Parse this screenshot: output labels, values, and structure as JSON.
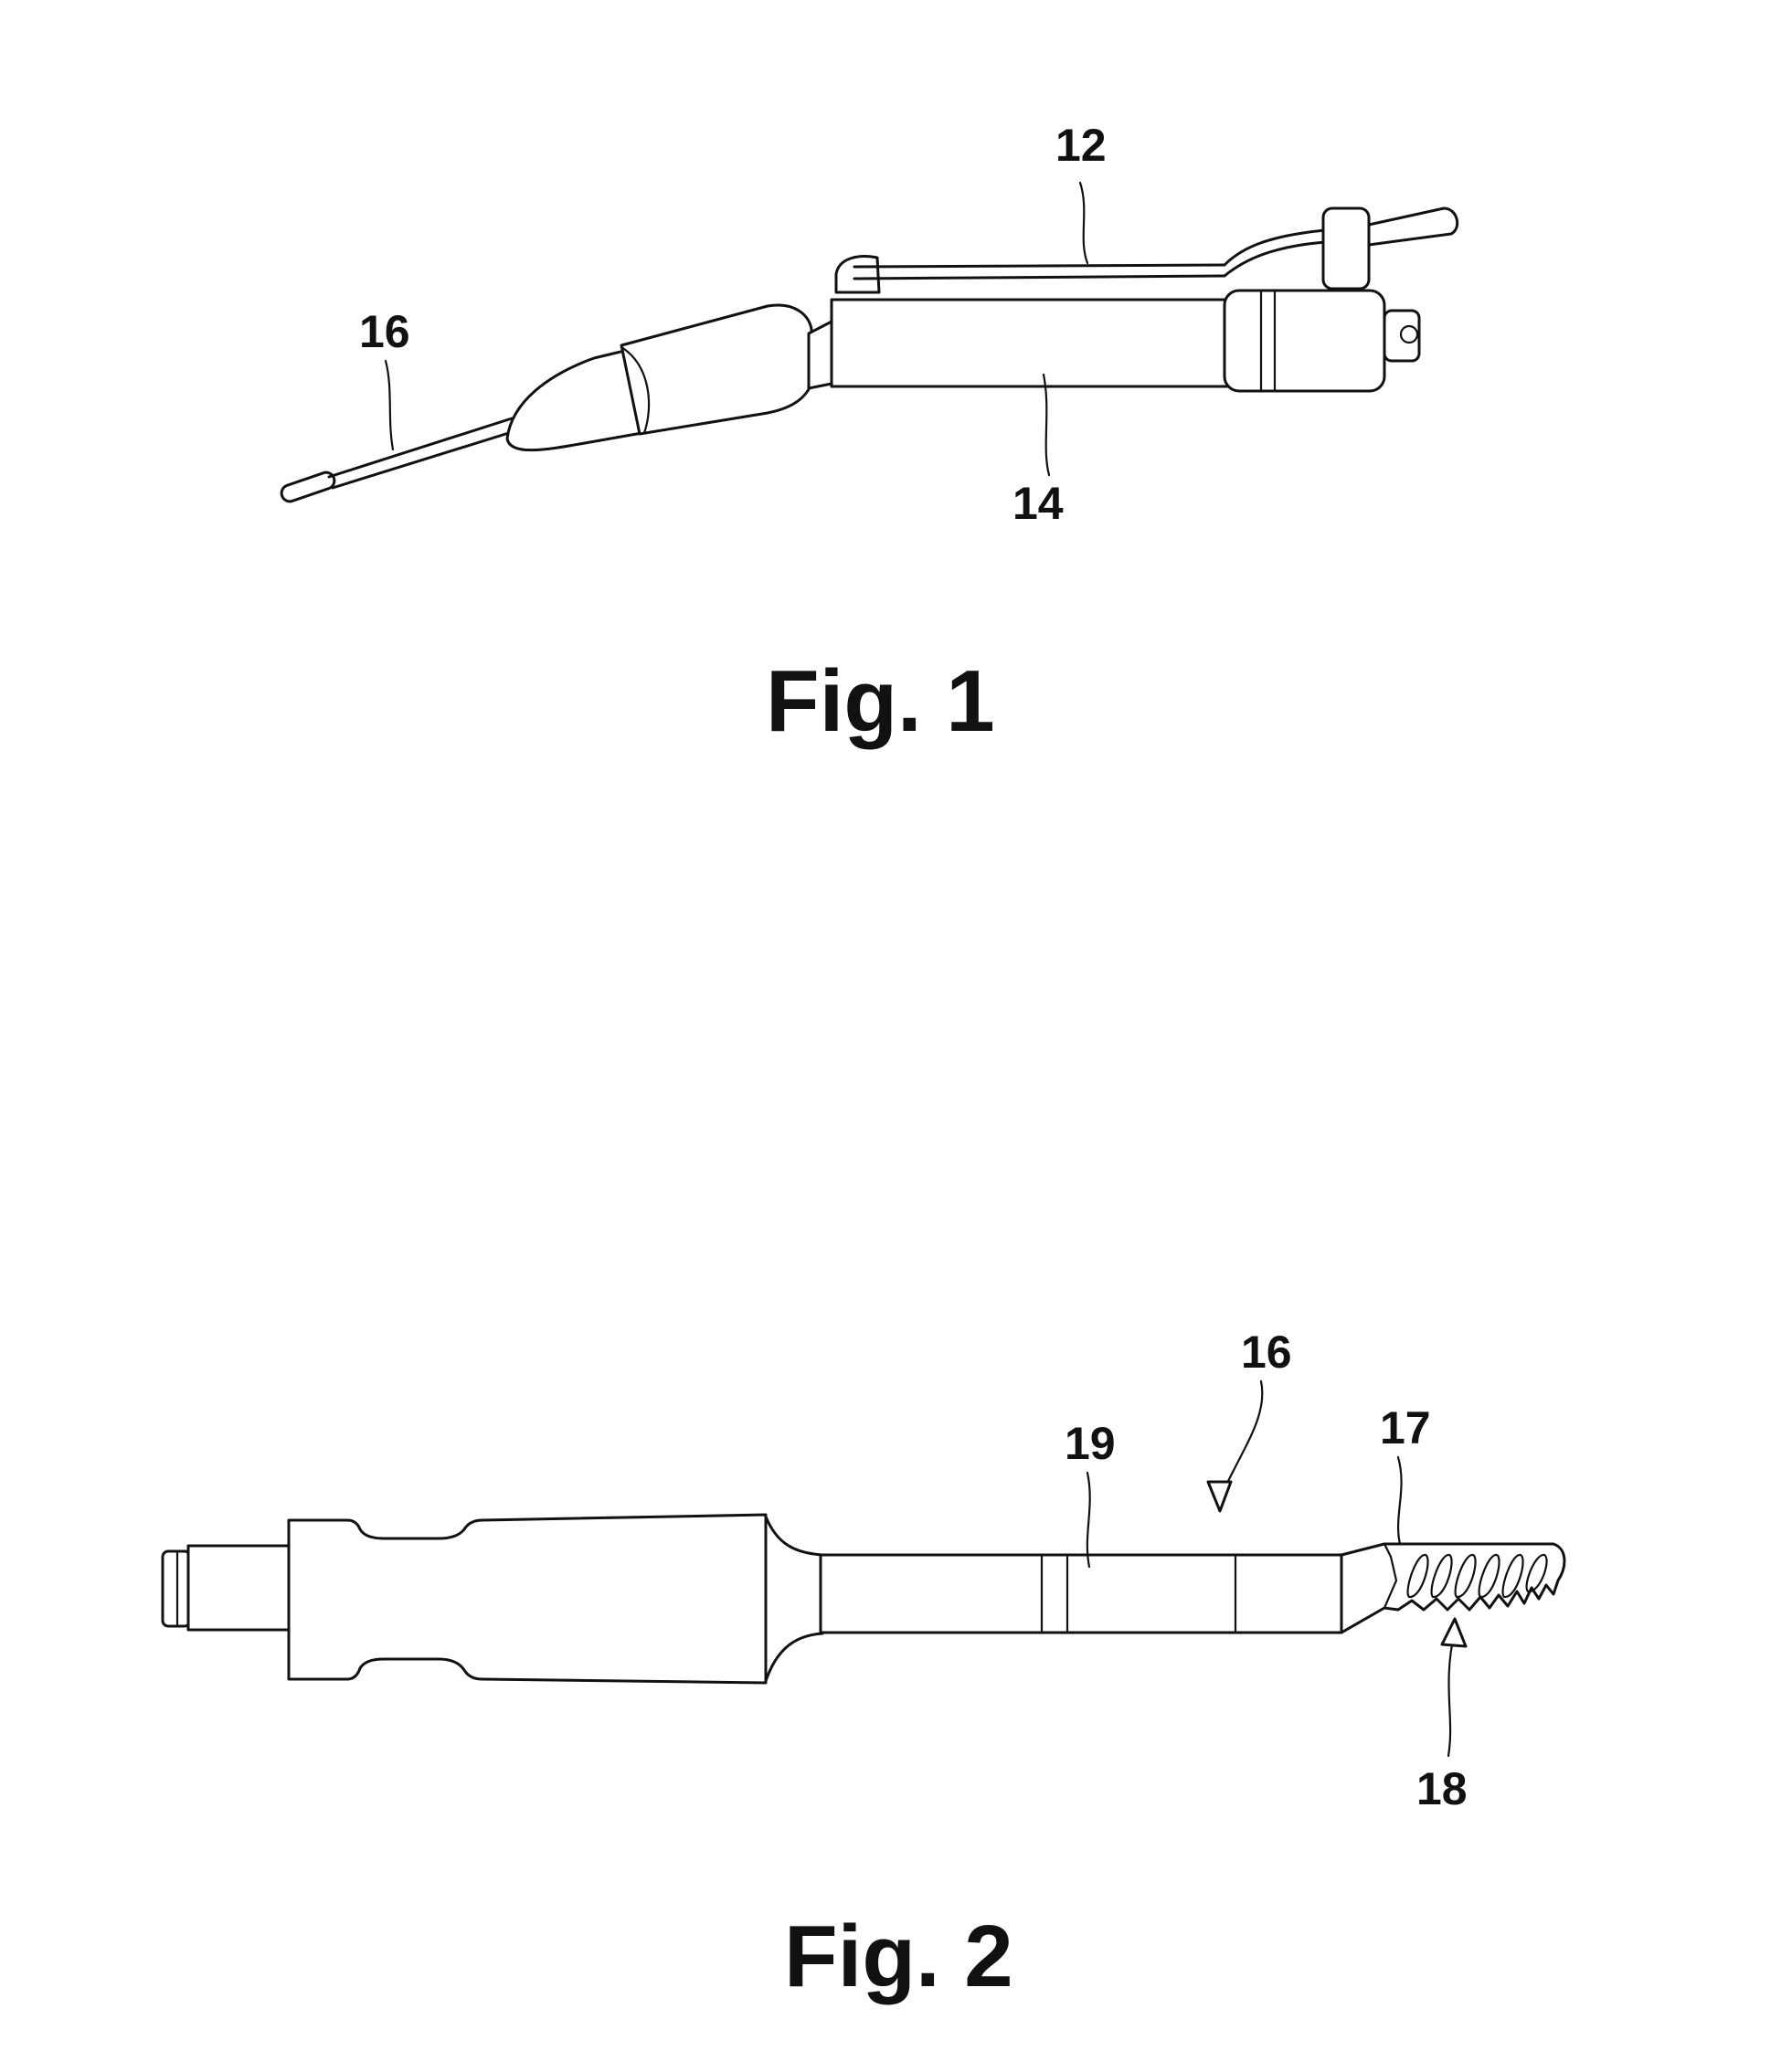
{
  "figure1": {
    "caption": "Fig. 1",
    "labels": {
      "ref_12": "12",
      "ref_14": "14",
      "ref_16": "16"
    }
  },
  "figure2": {
    "caption": "Fig. 2",
    "labels": {
      "ref_16": "16",
      "ref_17": "17",
      "ref_18": "18",
      "ref_19": "19"
    }
  },
  "colors": {
    "ink": "#111111",
    "paper": "#ffffff"
  }
}
